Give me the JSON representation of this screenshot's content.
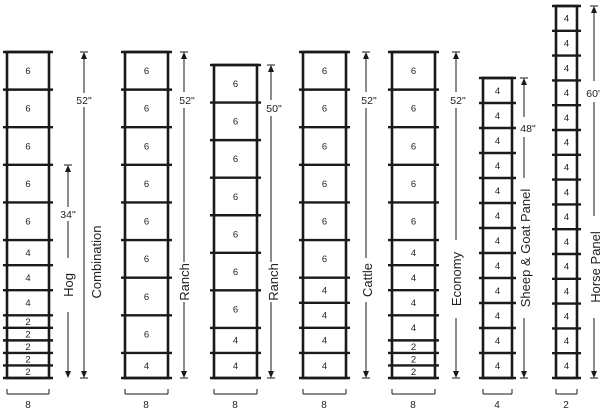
{
  "panels": [
    {
      "name": "Combination",
      "subname": "Hog",
      "height_label": "52\"",
      "sub_height_label": "34\"",
      "width_label": "8",
      "spacings": [
        "6",
        "6",
        "6",
        "6",
        "6",
        "4",
        "4",
        "4",
        "2",
        "2",
        "2",
        "2",
        "2"
      ]
    },
    {
      "name": "Ranch",
      "height_label": "52\"",
      "width_label": "8",
      "spacings": [
        "6",
        "6",
        "6",
        "6",
        "6",
        "6",
        "6",
        "6",
        "4"
      ]
    },
    {
      "name": "Ranch",
      "height_label": "50\"",
      "width_label": "8",
      "spacings": [
        "6",
        "6",
        "6",
        "6",
        "6",
        "6",
        "6",
        "4",
        "4"
      ]
    },
    {
      "name": "Cattle",
      "height_label": "52\"",
      "width_label": "8",
      "spacings": [
        "6",
        "6",
        "6",
        "6",
        "6",
        "6",
        "4",
        "4",
        "4",
        "4"
      ]
    },
    {
      "name": "Economy",
      "height_label": "52\"",
      "width_label": "8",
      "spacings": [
        "6",
        "6",
        "6",
        "6",
        "6",
        "4",
        "4",
        "4",
        "4",
        "2",
        "2",
        "2"
      ]
    },
    {
      "name": "Sheep & Goat Panel",
      "height_label": "48\"",
      "width_label": "4",
      "spacings": [
        "4",
        "4",
        "4",
        "4",
        "4",
        "4",
        "4",
        "4",
        "4",
        "4",
        "4",
        "4"
      ]
    },
    {
      "name": "Horse Panel",
      "height_label": "60\"",
      "width_label": "2",
      "spacings": [
        "4",
        "4",
        "4",
        "4",
        "4",
        "4",
        "4",
        "4",
        "4",
        "4",
        "4",
        "4",
        "4",
        "4",
        "4"
      ]
    }
  ]
}
